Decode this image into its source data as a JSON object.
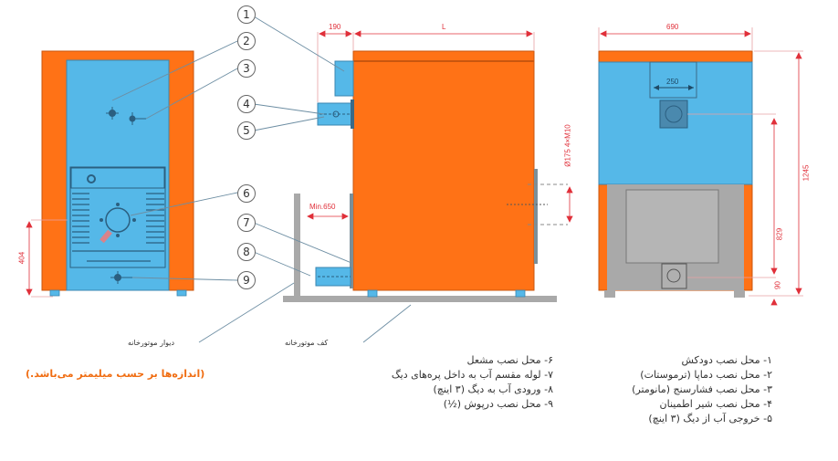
{
  "diagram": {
    "views": {
      "front": {
        "name": "front-view"
      },
      "side": {
        "name": "side-view"
      },
      "rear": {
        "name": "rear-view"
      }
    },
    "callouts": [
      "1",
      "2",
      "3",
      "4",
      "5",
      "6",
      "7",
      "8",
      "9"
    ],
    "dimensions": {
      "side_burner_depth": "190",
      "side_length": "L",
      "side_flange": "Ø175  4×M10",
      "side_min_clearance": "Min.650",
      "front_height_404": "404",
      "rear_width": "690",
      "rear_flue_width": "250",
      "rear_total_height": "1245",
      "rear_flue_height": "829",
      "rear_bottom_offset": "90"
    },
    "floor_labels": {
      "wall": "دیوار موتورخانه",
      "floor": "کف موتورخانه"
    },
    "note": "(اندازه‌ها بر حسب میلیمتر می‌باشد.)",
    "legend_right": [
      "۱- محل نصب دودکش",
      "۲- محل نصب دماپا (ترموستات)",
      "۳- محل نصب فشارسنج (مانومتر)",
      "۴- محل نصب شیر اطمینان",
      "۵- خروجی آب از دیگ (۳ اینچ)"
    ],
    "legend_left": [
      "۶- محل نصب مشعل",
      "۷- لوله مقسم آب به داخل پره‌های دیگ",
      "۸- ورودی آب به دیگ (۳ اینچ)",
      "۹- محل نصب درپوش (½)"
    ],
    "colors": {
      "orange": "#ff7216",
      "blue": "#55b8e8",
      "gray": "#a9a9a9",
      "dimension_red": "#e0303a",
      "leader": "#5a7f99"
    }
  }
}
